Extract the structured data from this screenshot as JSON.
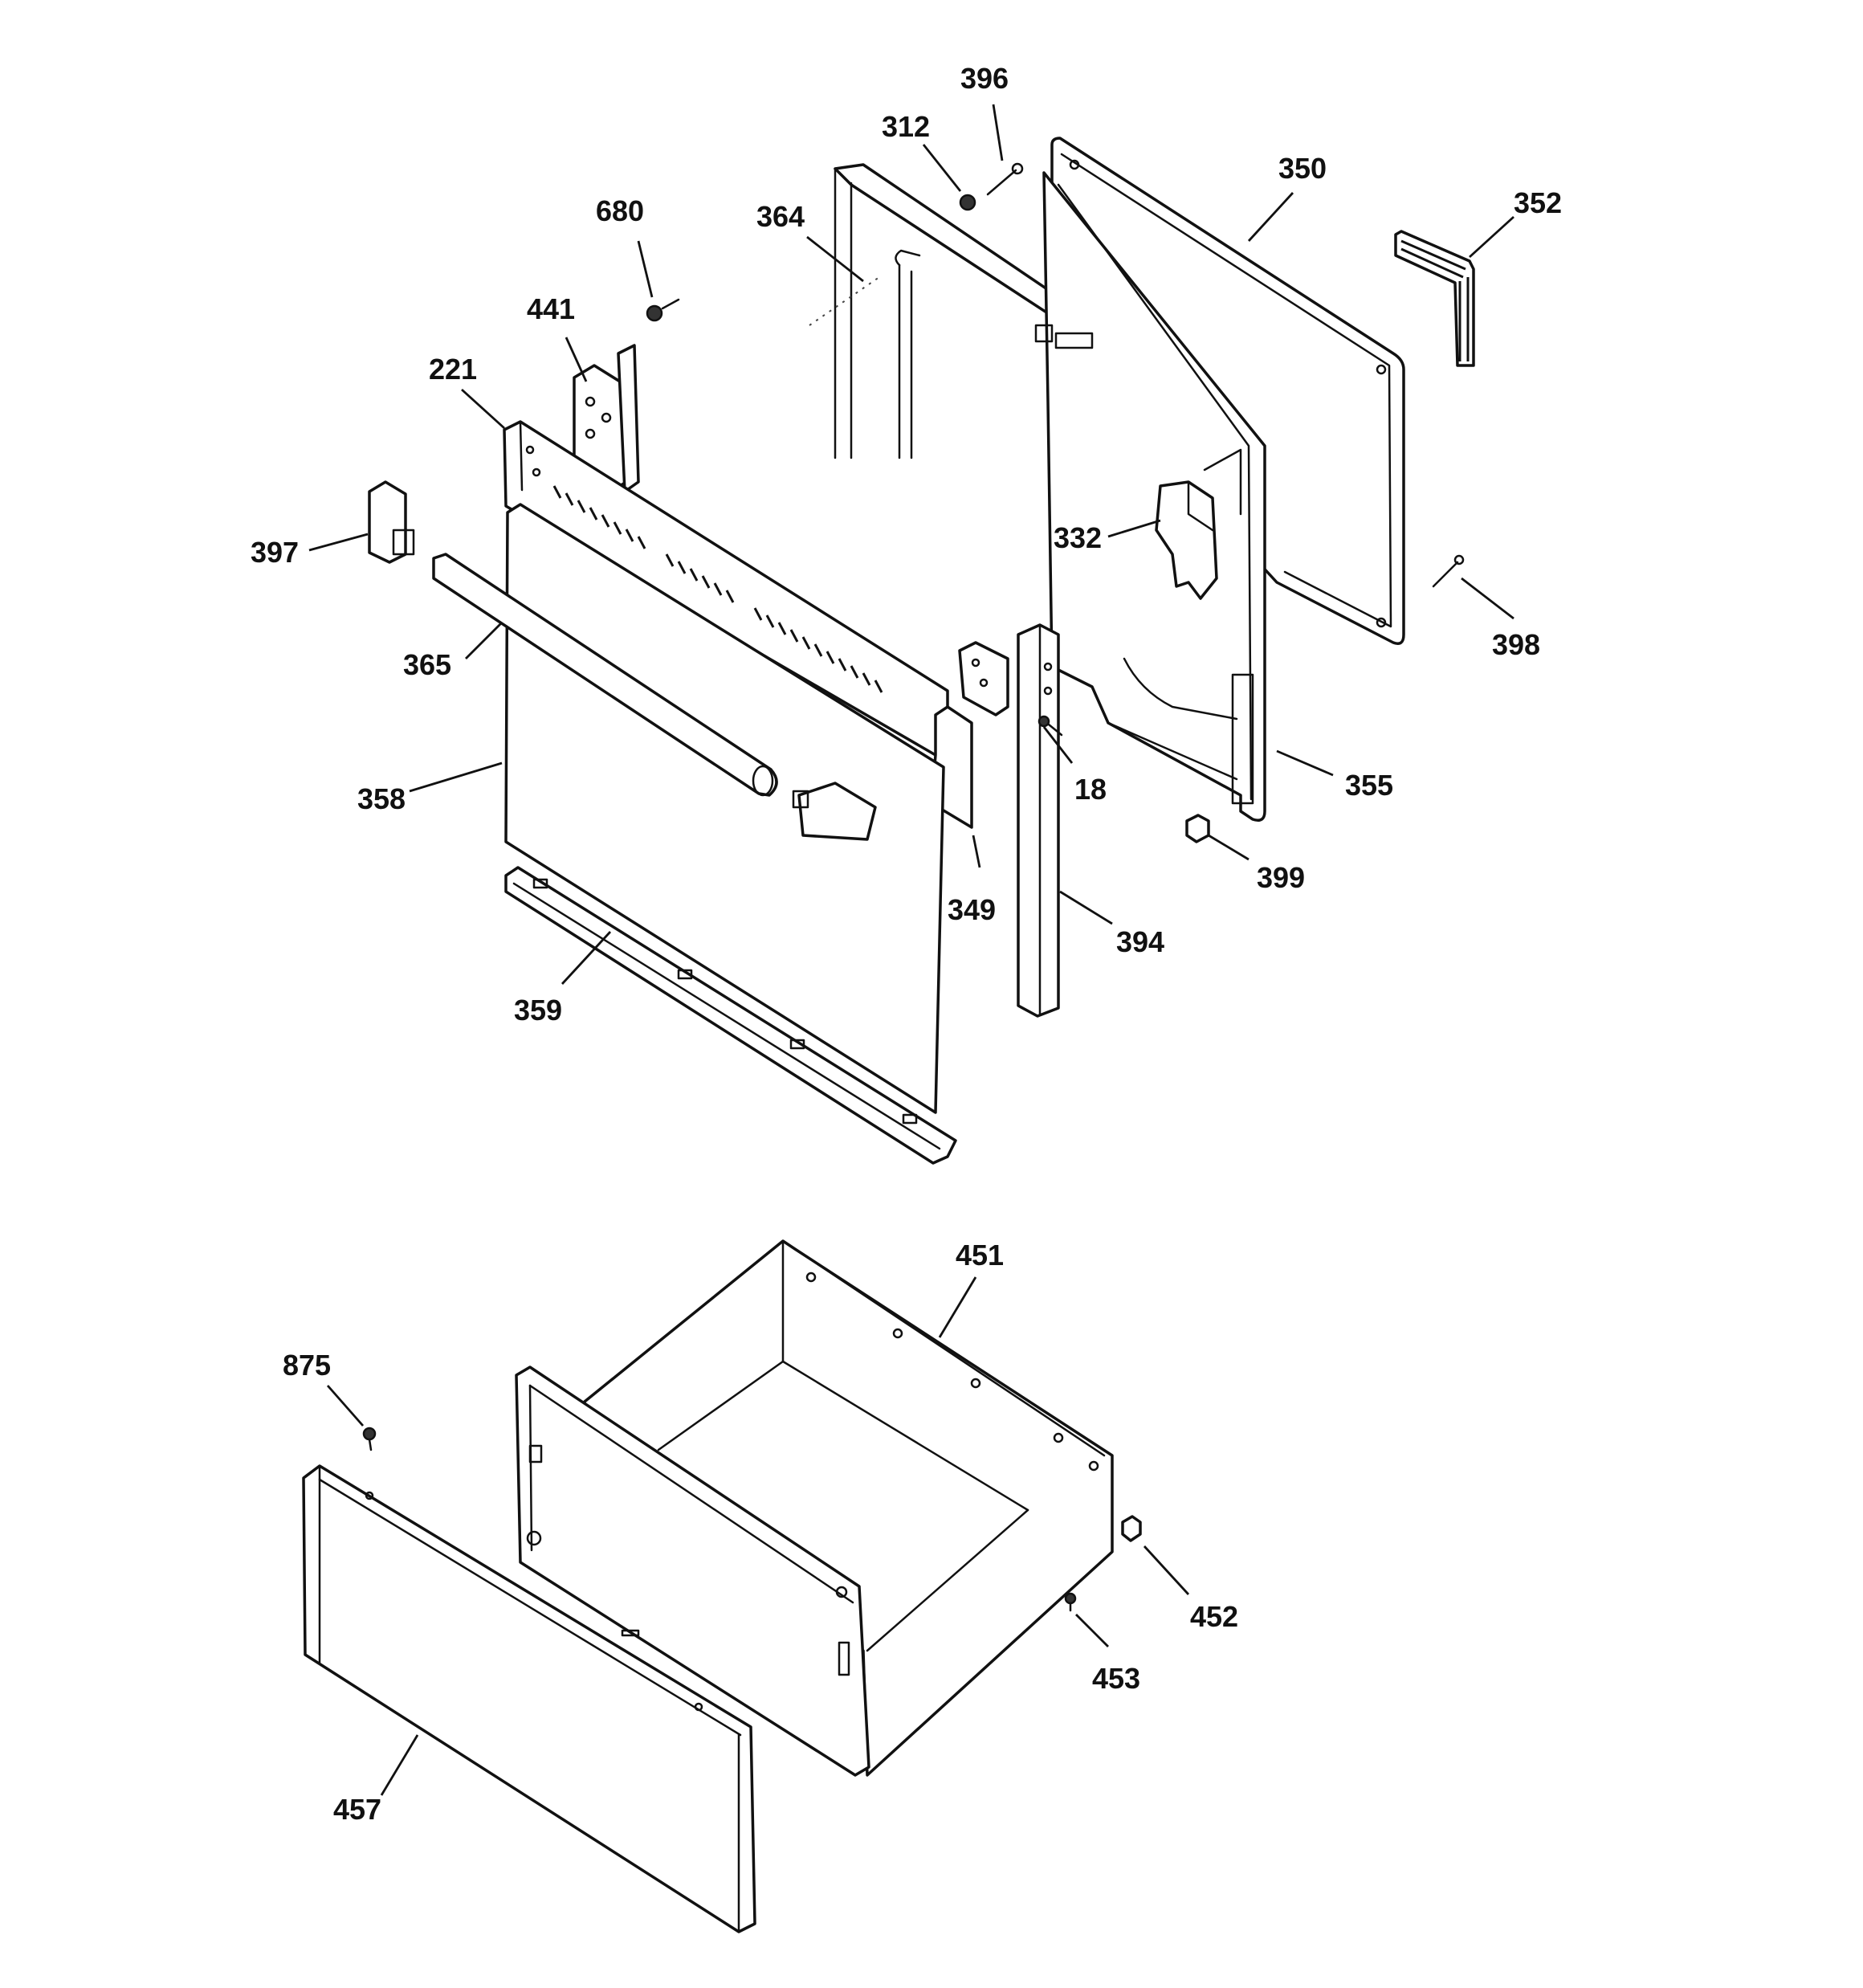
{
  "diagram": {
    "callouts": [
      {
        "id": "c396",
        "text": "396"
      },
      {
        "id": "c312",
        "text": "312"
      },
      {
        "id": "c350",
        "text": "350"
      },
      {
        "id": "c352",
        "text": "352"
      },
      {
        "id": "c680",
        "text": "680"
      },
      {
        "id": "c364",
        "text": "364"
      },
      {
        "id": "c441",
        "text": "441"
      },
      {
        "id": "c221",
        "text": "221"
      },
      {
        "id": "c397",
        "text": "397"
      },
      {
        "id": "c332",
        "text": "332"
      },
      {
        "id": "c398",
        "text": "398"
      },
      {
        "id": "c365",
        "text": "365"
      },
      {
        "id": "c18",
        "text": "18"
      },
      {
        "id": "c355",
        "text": "355"
      },
      {
        "id": "c358",
        "text": "358"
      },
      {
        "id": "c399",
        "text": "399"
      },
      {
        "id": "c349",
        "text": "349"
      },
      {
        "id": "c394",
        "text": "394"
      },
      {
        "id": "c359",
        "text": "359"
      },
      {
        "id": "c451",
        "text": "451"
      },
      {
        "id": "c875",
        "text": "875"
      },
      {
        "id": "c452",
        "text": "452"
      },
      {
        "id": "c453",
        "text": "453"
      },
      {
        "id": "c457",
        "text": "457"
      }
    ]
  }
}
